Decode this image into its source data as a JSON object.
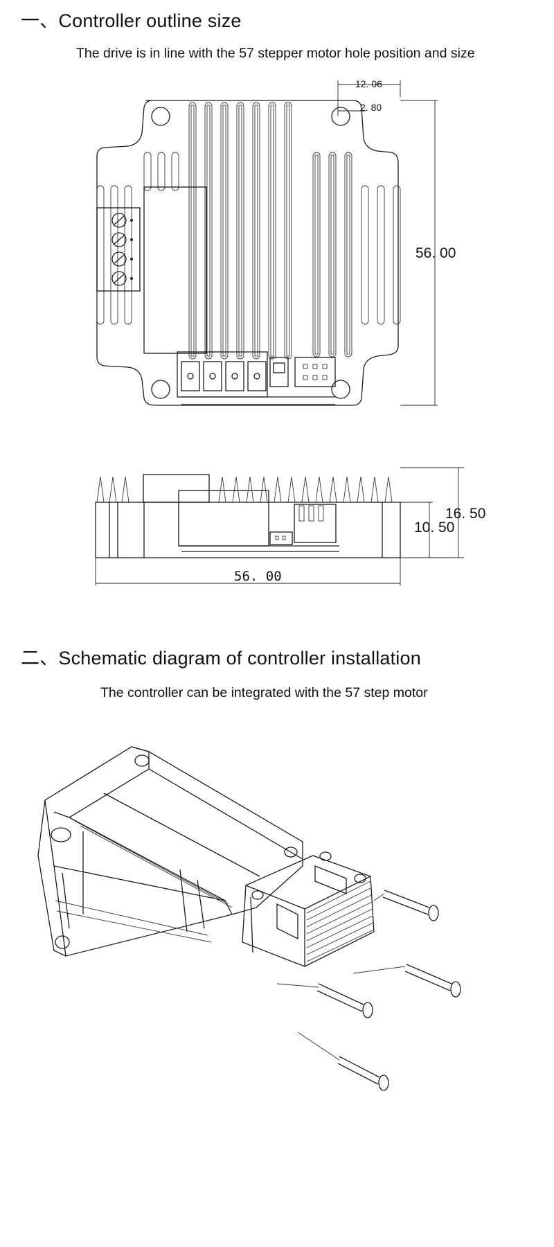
{
  "section1": {
    "title": "一、Controller outline size",
    "subtitle": "The drive is in line with the 57 stepper motor hole position and size"
  },
  "top_view": {
    "dim_hole_offset": "12. 06",
    "dim_hole_radius": "2. 80",
    "dim_height": "56. 00"
  },
  "side_view": {
    "dim_total_height": "16. 50",
    "dim_body_height": "10. 50",
    "dim_width": "56. 00"
  },
  "section2": {
    "title": "二、Schematic diagram of controller installation",
    "subtitle": "The controller can be integrated with the 57 step motor"
  }
}
